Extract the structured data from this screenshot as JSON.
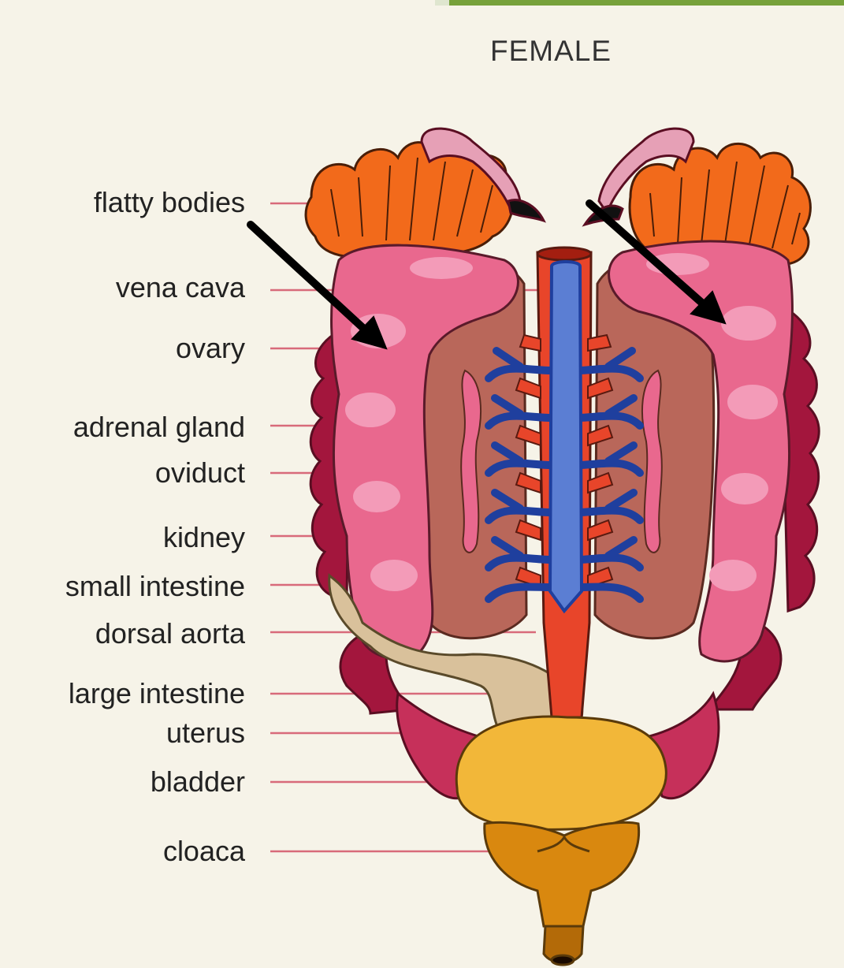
{
  "title": "FEMALE",
  "labels": [
    "flatty bodies",
    "vena cava",
    "ovary",
    "adrenal gland",
    "oviduct",
    "kidney",
    "small intestine",
    "dorsal aorta",
    "large intestine",
    "uterus",
    "bladder",
    "cloaca"
  ],
  "colors": {
    "background": "#f6f3e8",
    "fat_bodies": "#f26a1b",
    "ovary": "#e9688e",
    "ovary_highlight": "#f39bb8",
    "kidney": "#b9675a",
    "vena_cava": "#5b7ed3",
    "veins": "#1f3f9e",
    "aorta": "#e8452a",
    "oviduct": "#a3163d",
    "intestine": "#d9c19b",
    "bladder": "#f2b739",
    "cloaca": "#d9880f",
    "leader_line": "#d86a7a",
    "arrow": "#000000",
    "topbar": "#77a13a"
  }
}
